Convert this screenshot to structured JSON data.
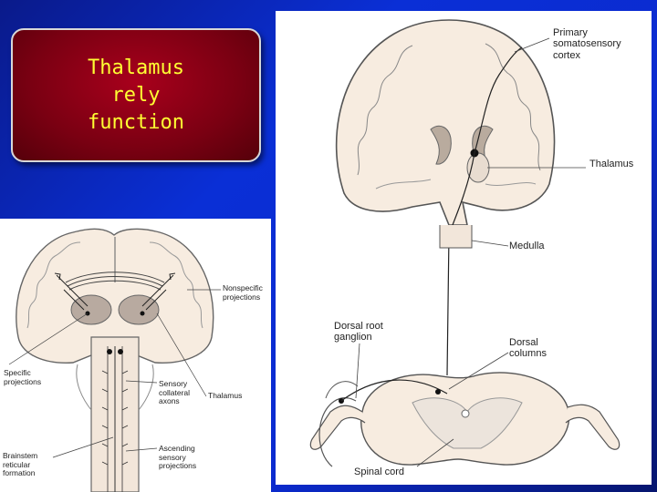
{
  "title": {
    "lines": [
      "Thalamus",
      "rely",
      "function"
    ]
  },
  "left_diagram": {
    "labels": {
      "nonspecific": "Nonspecific\nprojections",
      "specific": "Specific\nprojections",
      "thalamus": "Thalamus",
      "sensory_collateral": "Sensory\ncollateral\naxons",
      "brainstem": "Brainstem\nreticular\nformation",
      "ascending": "Ascending\nsensory\nprojections"
    }
  },
  "right_diagram": {
    "labels": {
      "primary_cortex": "Primary\nsomatosensory\ncortex",
      "thalamus": "Thalamus",
      "medulla": "Medulla",
      "dorsal_root": "Dorsal root\nganglion",
      "dorsal_columns": "Dorsal\ncolumns",
      "spinal_cord": "Spinal cord"
    }
  }
}
